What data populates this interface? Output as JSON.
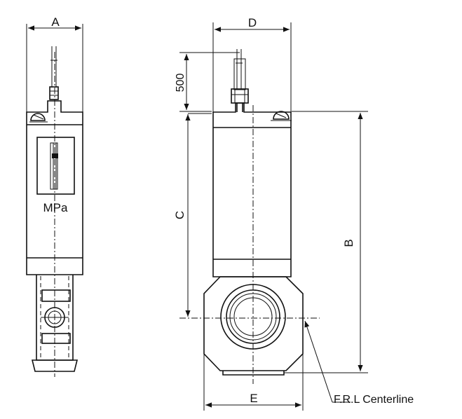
{
  "dimensions": {
    "a": "A",
    "b": "B",
    "c": "C",
    "d": "D",
    "e": "E",
    "lead_length": "500"
  },
  "gauge_unit": "MPa",
  "centerline_note": "F.R.L Centerline"
}
